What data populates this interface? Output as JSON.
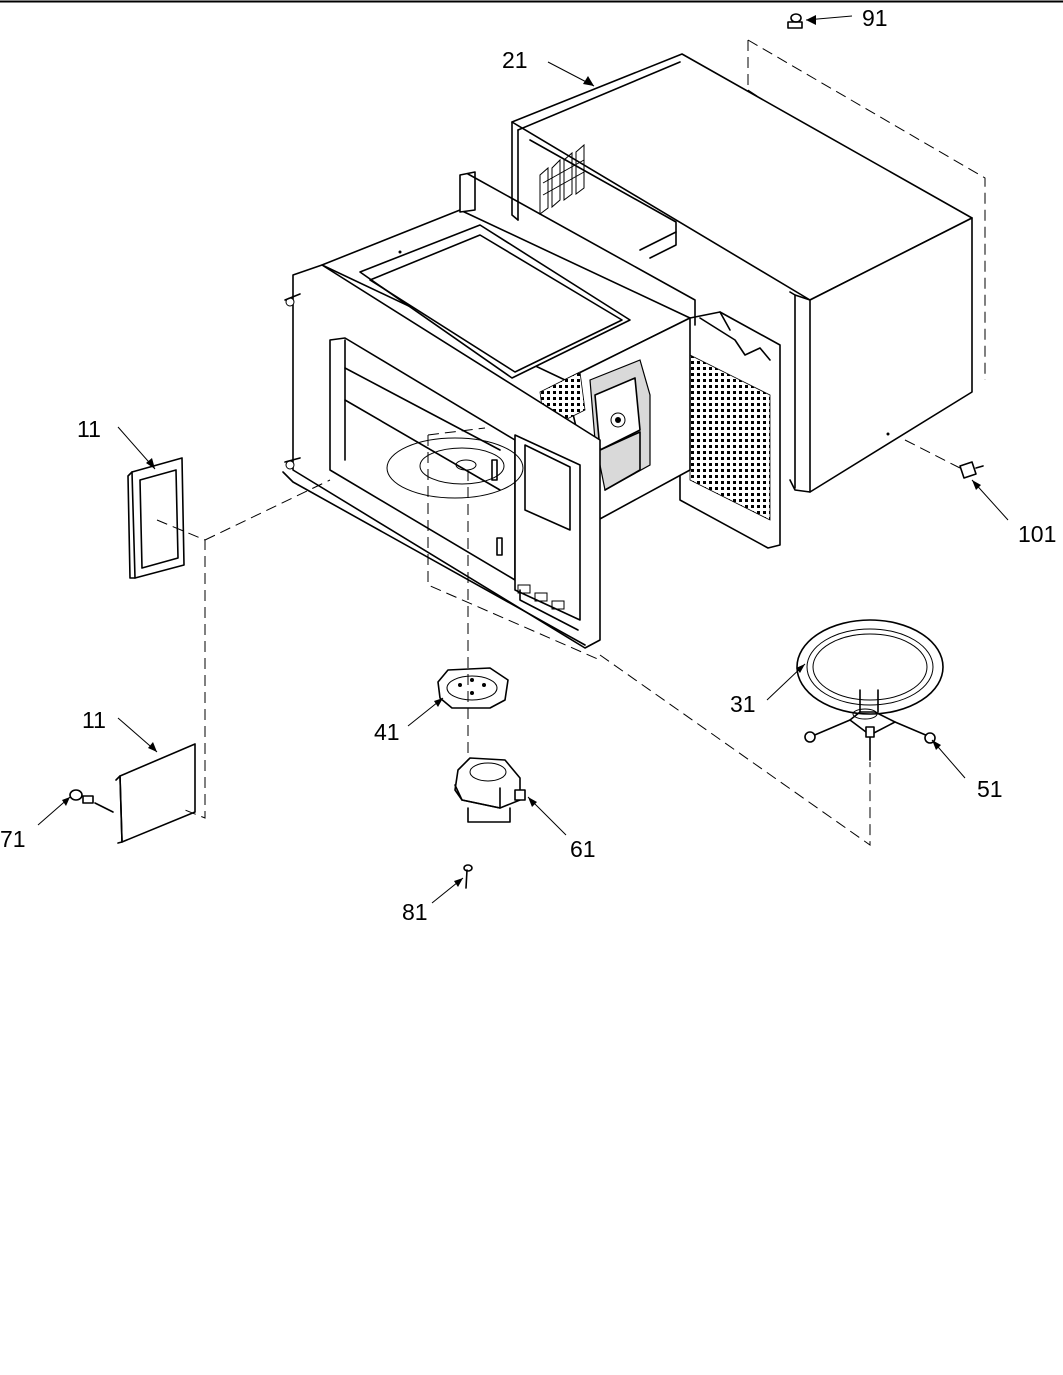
{
  "labels": {
    "p91": "91",
    "p21": "21",
    "p11_top": "11",
    "p101": "101",
    "p31": "31",
    "p41": "41",
    "p11_bottom": "11",
    "p51": "51",
    "p71": "71",
    "p61": "61",
    "p81": "81"
  }
}
